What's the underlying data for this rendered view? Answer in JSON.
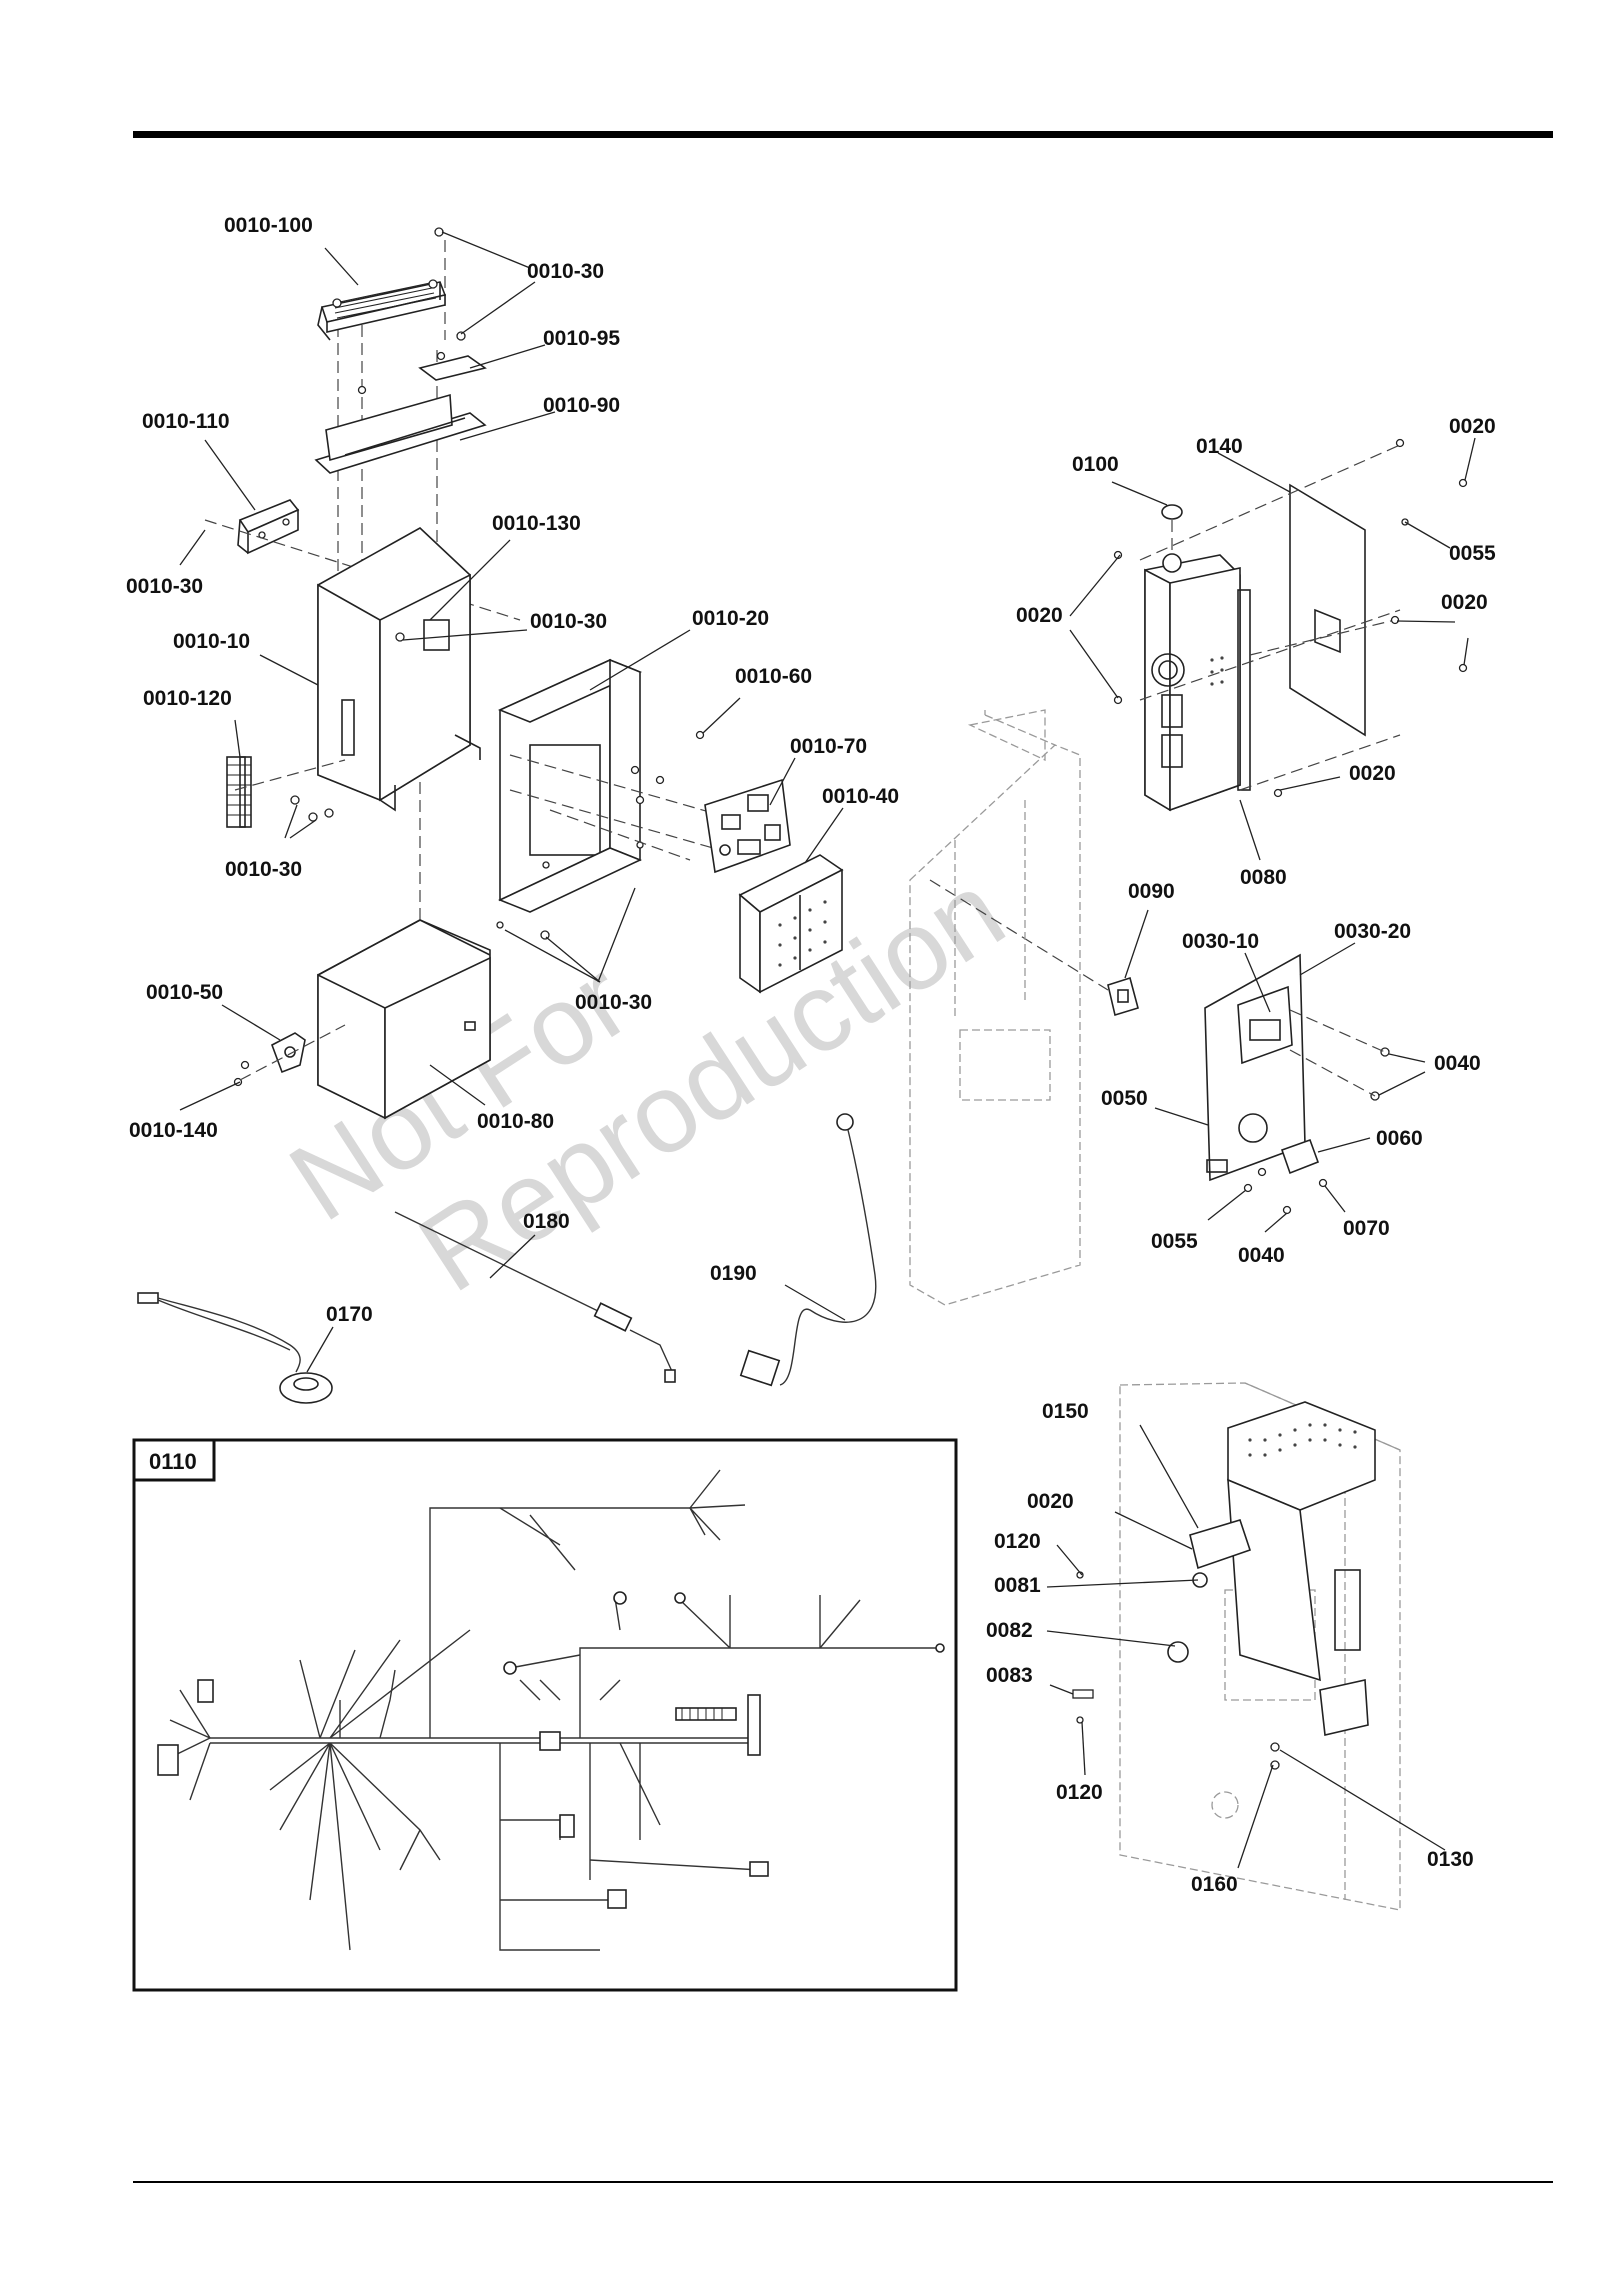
{
  "labels": {
    "l_0010_100": "0010-100",
    "l_0010_30_a": "0010-30",
    "l_0010_95": "0010-95",
    "l_0010_90": "0010-90",
    "l_0010_110": "0010-110",
    "l_0010_30_b": "0010-30",
    "l_0010_130": "0010-130",
    "l_0010_30_c": "0010-30",
    "l_0010_10": "0010-10",
    "l_0010_20": "0010-20",
    "l_0010_60": "0010-60",
    "l_0010_120": "0010-120",
    "l_0010_70": "0010-70",
    "l_0010_40": "0010-40",
    "l_0010_30_d": "0010-30",
    "l_0010_50": "0010-50",
    "l_0010_30_e": "0010-30",
    "l_0010_140": "0010-140",
    "l_0010_80": "0010-80",
    "l_0180": "0180",
    "l_0190": "0190",
    "l_0170": "0170",
    "l_0100": "0100",
    "l_0140": "0140",
    "l_0020_a": "0020",
    "l_0055_a": "0055",
    "l_0020_b": "0020",
    "l_0020_c": "0020",
    "l_0020_d": "0020",
    "l_0080": "0080",
    "l_0090": "0090",
    "l_0030_10": "0030-10",
    "l_0030_20": "0030-20",
    "l_0040_a": "0040",
    "l_0050": "0050",
    "l_0060": "0060",
    "l_0055_b": "0055",
    "l_0040_b": "0040",
    "l_0070": "0070",
    "l_0150": "0150",
    "l_0020_e": "0020",
    "l_0120_a": "0120",
    "l_0081": "0081",
    "l_0082": "0082",
    "l_0083": "0083",
    "l_0120_b": "0120",
    "l_0160": "0160",
    "l_0130": "0130"
  },
  "harness_box_label": "0110",
  "watermark": {
    "line1": "Not For",
    "line2": "Reproduction"
  }
}
